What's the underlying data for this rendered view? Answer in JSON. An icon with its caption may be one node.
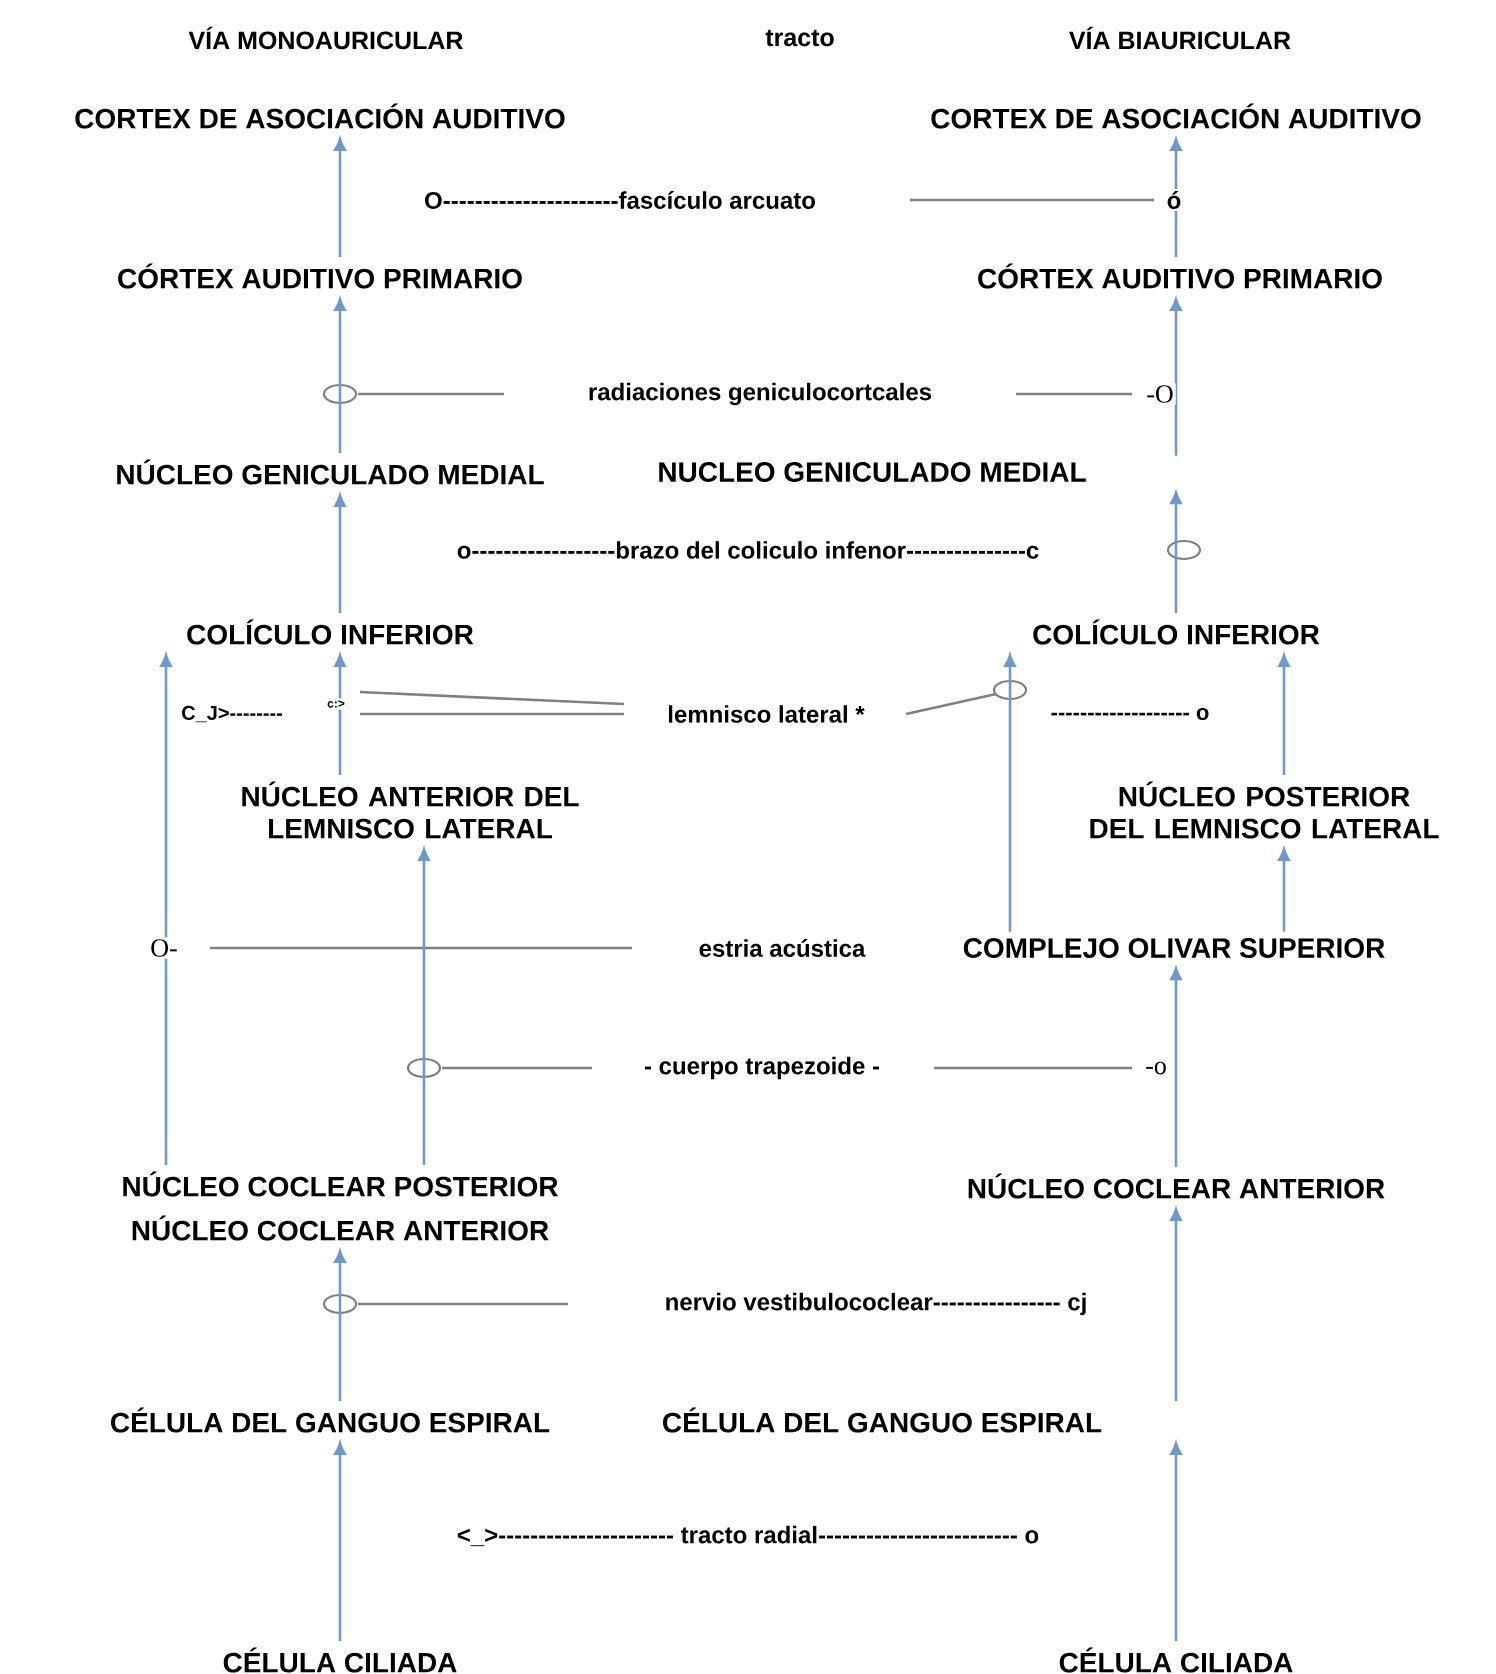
{
  "diagram": {
    "nodes": [
      {
        "text": [
          "CORTEX DE ASOCIACIÓN AUDITIVO"
        ]
      },
      {
        "text": [
          "CORTEX DE ASOCIACIÓN AUDITIVO"
        ]
      },
      {
        "text": [
          "CÓRTEX AUDITIVO PRIMARIO"
        ]
      },
      {
        "text": [
          "CÓRTEX AUDITIVO PRIMARIO"
        ]
      },
      {
        "text": [
          "NÚCLEO GENICULADO MEDIAL"
        ]
      },
      {
        "text": [
          "NUCLEO GENICULADO MEDIAL"
        ]
      },
      {
        "text": [
          "COLÍCULO INFERIOR"
        ]
      },
      {
        "text": [
          "COLÍCULO INFERIOR"
        ]
      },
      {
        "text": [
          "NÚCLEO ANTERIOR DEL LEMNISCO LATERAL"
        ]
      },
      {
        "text": [
          "NÚCLEO POSTERIOR DEL LEMNISCO LATERAL"
        ]
      },
      {
        "text": [
          "COMPLEJO OLIVAR SUPERIOR"
        ]
      },
      {
        "text": [
          "NÚCLEO COCLEAR POSTERIOR"
        ]
      },
      {
        "text": [
          "NÚCLEO COCLEAR ANTERIOR"
        ]
      },
      {
        "text": [
          "NÚCLEO COCLEAR ANTERIOR"
        ]
      },
      {
        "text": [
          "CÉLULA DEL GANGUO ESPIRAL"
        ]
      },
      {
        "text": [
          "CÉLULA DEL GANGUO ESPIRAL"
        ]
      },
      {
        "text": [
          "CÉLULA CILIADA"
        ]
      },
      {
        "text": [
          "CÉLULA CILIADA"
        ]
      }
    ],
    "edges": [
      {
        "from": 16,
        "to": 14,
        "arrow": "to"
      },
      {
        "from": 14,
        "to": 12,
        "arrow": "to"
      },
      {
        "from": 11,
        "to": 6,
        "arrow": "to"
      },
      {
        "from": 11,
        "to": 8,
        "arrow": "to"
      },
      {
        "from": 8,
        "to": 6,
        "arrow": "to"
      },
      {
        "from": 6,
        "to": 4,
        "arrow": "to"
      },
      {
        "from": 4,
        "to": 2,
        "arrow": "to"
      },
      {
        "from": 2,
        "to": 0,
        "arrow": "to"
      },
      {
        "from": 17,
        "to": 15,
        "arrow": "to"
      },
      {
        "from": 15,
        "to": 13,
        "arrow": "to"
      },
      {
        "from": 13,
        "to": 10,
        "arrow": "to"
      },
      {
        "from": 10,
        "to": 7,
        "arrow": "to"
      },
      {
        "from": 10,
        "to": 9,
        "arrow": "to"
      },
      {
        "from": 9,
        "to": 7,
        "arrow": "to"
      },
      {
        "from": 7,
        "to": 5,
        "arrow": "to"
      },
      {
        "from": 5,
        "to": 3,
        "arrow": "to"
      },
      {
        "from": 3,
        "to": 1,
        "arrow": "to"
      }
    ],
    "labels": [
      "VÍA MONOAURICULAR",
      "tracto",
      "VÍA BIAURICULAR",
      "O----------------------fascículo arcuato",
      "ó",
      "radiaciones geniculocortcales",
      "-O",
      "o------------------brazo del coliculo infenor---------------c",
      "C_J>--------",
      "c:>",
      "lemnisco lateral *",
      "------------------- o",
      "O-",
      "estria acústica",
      "- cuerpo trapezoide -",
      "-o",
      "nervio vestibulococlear---------------- cj",
      "<_>---------------------- tracto radial------------------------- o"
    ]
  }
}
